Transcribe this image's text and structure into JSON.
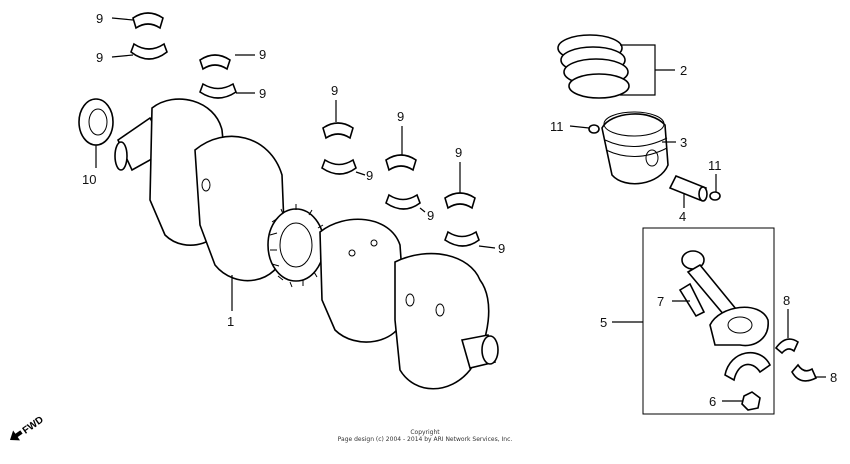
{
  "diagram": {
    "callouts": {
      "crankshaft": "1",
      "piston_rings": "2",
      "piston": "3",
      "piston_pin": "4",
      "connecting_rod_assy": "5",
      "rod_nut": "6",
      "rod_bolt": "7",
      "rod_bearing": "8",
      "main_bearing": "9",
      "oil_seal": "10",
      "pin_clip": "11"
    },
    "copyright_line1": "Copyright",
    "copyright_line2": "Page design (c) 2004 - 2014 by ARI Network Services, Inc.",
    "fwd_label": "FWD"
  }
}
